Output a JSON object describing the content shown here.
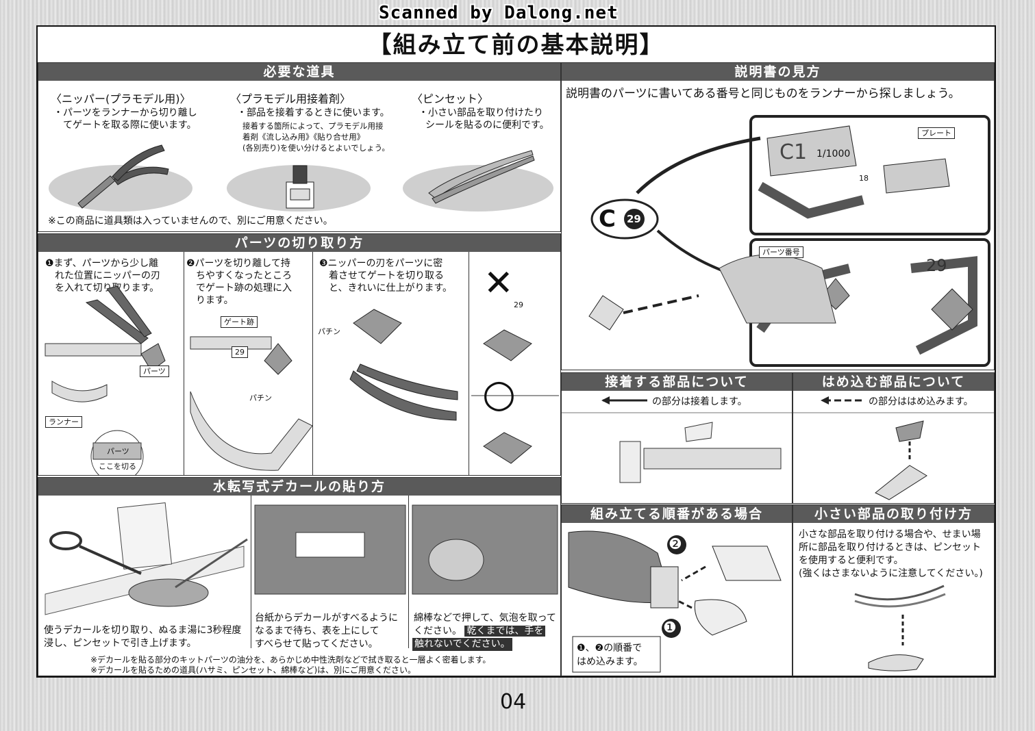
{
  "watermark": "Scanned by Dalong.net",
  "title": "【組み立て前の基本説明】",
  "page_number": "04",
  "tools": {
    "header": "必要な道具",
    "nipper": {
      "title": "〈ニッパー(プラモデル用)〉",
      "l1": "・パーツをランナーから切り離し",
      "l2": "てゲートを取る際に使います。"
    },
    "glue": {
      "title": "〈プラモデル用接着剤〉",
      "l1": "・部品を接着するときに使います。",
      "n1": "接着する箇所によって、プラモデル用接",
      "n2": "着剤《流し込み用》《貼り合せ用》",
      "n3": "(各別売り)を使い分けるとよいでしょう。"
    },
    "tweezers": {
      "title": "〈ピンセット〉",
      "l1": "・小さい部品を取り付けたり",
      "l2": "シールを貼るのに便利です。"
    },
    "note": "※この商品に道具類は入っていませんので、別にご用意ください。"
  },
  "cutting": {
    "header": "パーツの切り取り方",
    "s1": {
      "l1": "❶まず、パーツから少し離",
      "l2": "れた位置にニッパーの刃",
      "l3": "を入れて切り取ります。"
    },
    "s2": {
      "l1": "❷パーツを切り離して持",
      "l2": "ちやすくなったところ",
      "l3": "でゲート跡の処理に入",
      "l4": "ります。"
    },
    "s3": {
      "l1": "❸ニッパーの刃をパーツに密",
      "l2": "着させてゲートを切り取る",
      "l3": "と、きれいに仕上がります。"
    },
    "labels": {
      "parts": "パーツ",
      "runner": "ランナー",
      "parts2": "パーツ",
      "cut_here": "ここを切る",
      "gate": "ゲート跡",
      "snap1": "パチン",
      "snap2": "パチン",
      "runner_no1": "29",
      "runner_no2": "29"
    },
    "wrong": "✕",
    "right": "○"
  },
  "decal": {
    "header": "水転写式デカールの貼り方",
    "c1": {
      "l1": "使うデカールを切り取り、ぬるま湯に3秒程度",
      "l2": "浸し、ピンセットで引き上げます。"
    },
    "c2": {
      "l1": "台紙からデカールがすべるように",
      "l2": "なるまで待ち、表を上にして",
      "l3": "すべらせて貼ってください。"
    },
    "c3": {
      "l1": "綿棒などで押して、気泡を取って",
      "l2": "ください。",
      "l2b": "乾くまでは、手を",
      "l3": "触れないでください。"
    },
    "n1": "※デカールを貼る部分のキットパーツの油分を、あらかじめ中性洗剤などで拭き取ると一層よく密着します。",
    "n2": "※デカールを貼るための道具(ハサミ、ピンセット、綿棒など)は、別にご用意ください。"
  },
  "manual": {
    "header": "説明書の見方",
    "desc": "説明書のパーツに書いてある番号と同じものをランナーから探しましょう。",
    "plate_label": "プレート",
    "part_no_label": "パーツ番号",
    "runner_code": "C1",
    "scale": "1/1000",
    "part_letter": "C",
    "part_number": "29",
    "runner_tag": "18",
    "big_no": "29"
  },
  "glue_parts": {
    "header": "接着する部品について",
    "legend": "の部分は接着します。"
  },
  "snap_parts": {
    "header": "はめ込む部品について",
    "legend": "の部分ははめ込みます。"
  },
  "order": {
    "header": "組み立てる順番がある場合",
    "n1": "❶",
    "n2": "❷",
    "note_l1": "❶、❷の順番で",
    "note_l2": "はめ込みます。"
  },
  "small": {
    "header": "小さい部品の取り付け方",
    "l1": "小さな部品を取り付ける場合や、せまい場",
    "l2": "所に部品を取り付けるときは、ピンセット",
    "l3": "を使用すると便利です。",
    "l4": "(強くはさまないように注意してください。)"
  }
}
